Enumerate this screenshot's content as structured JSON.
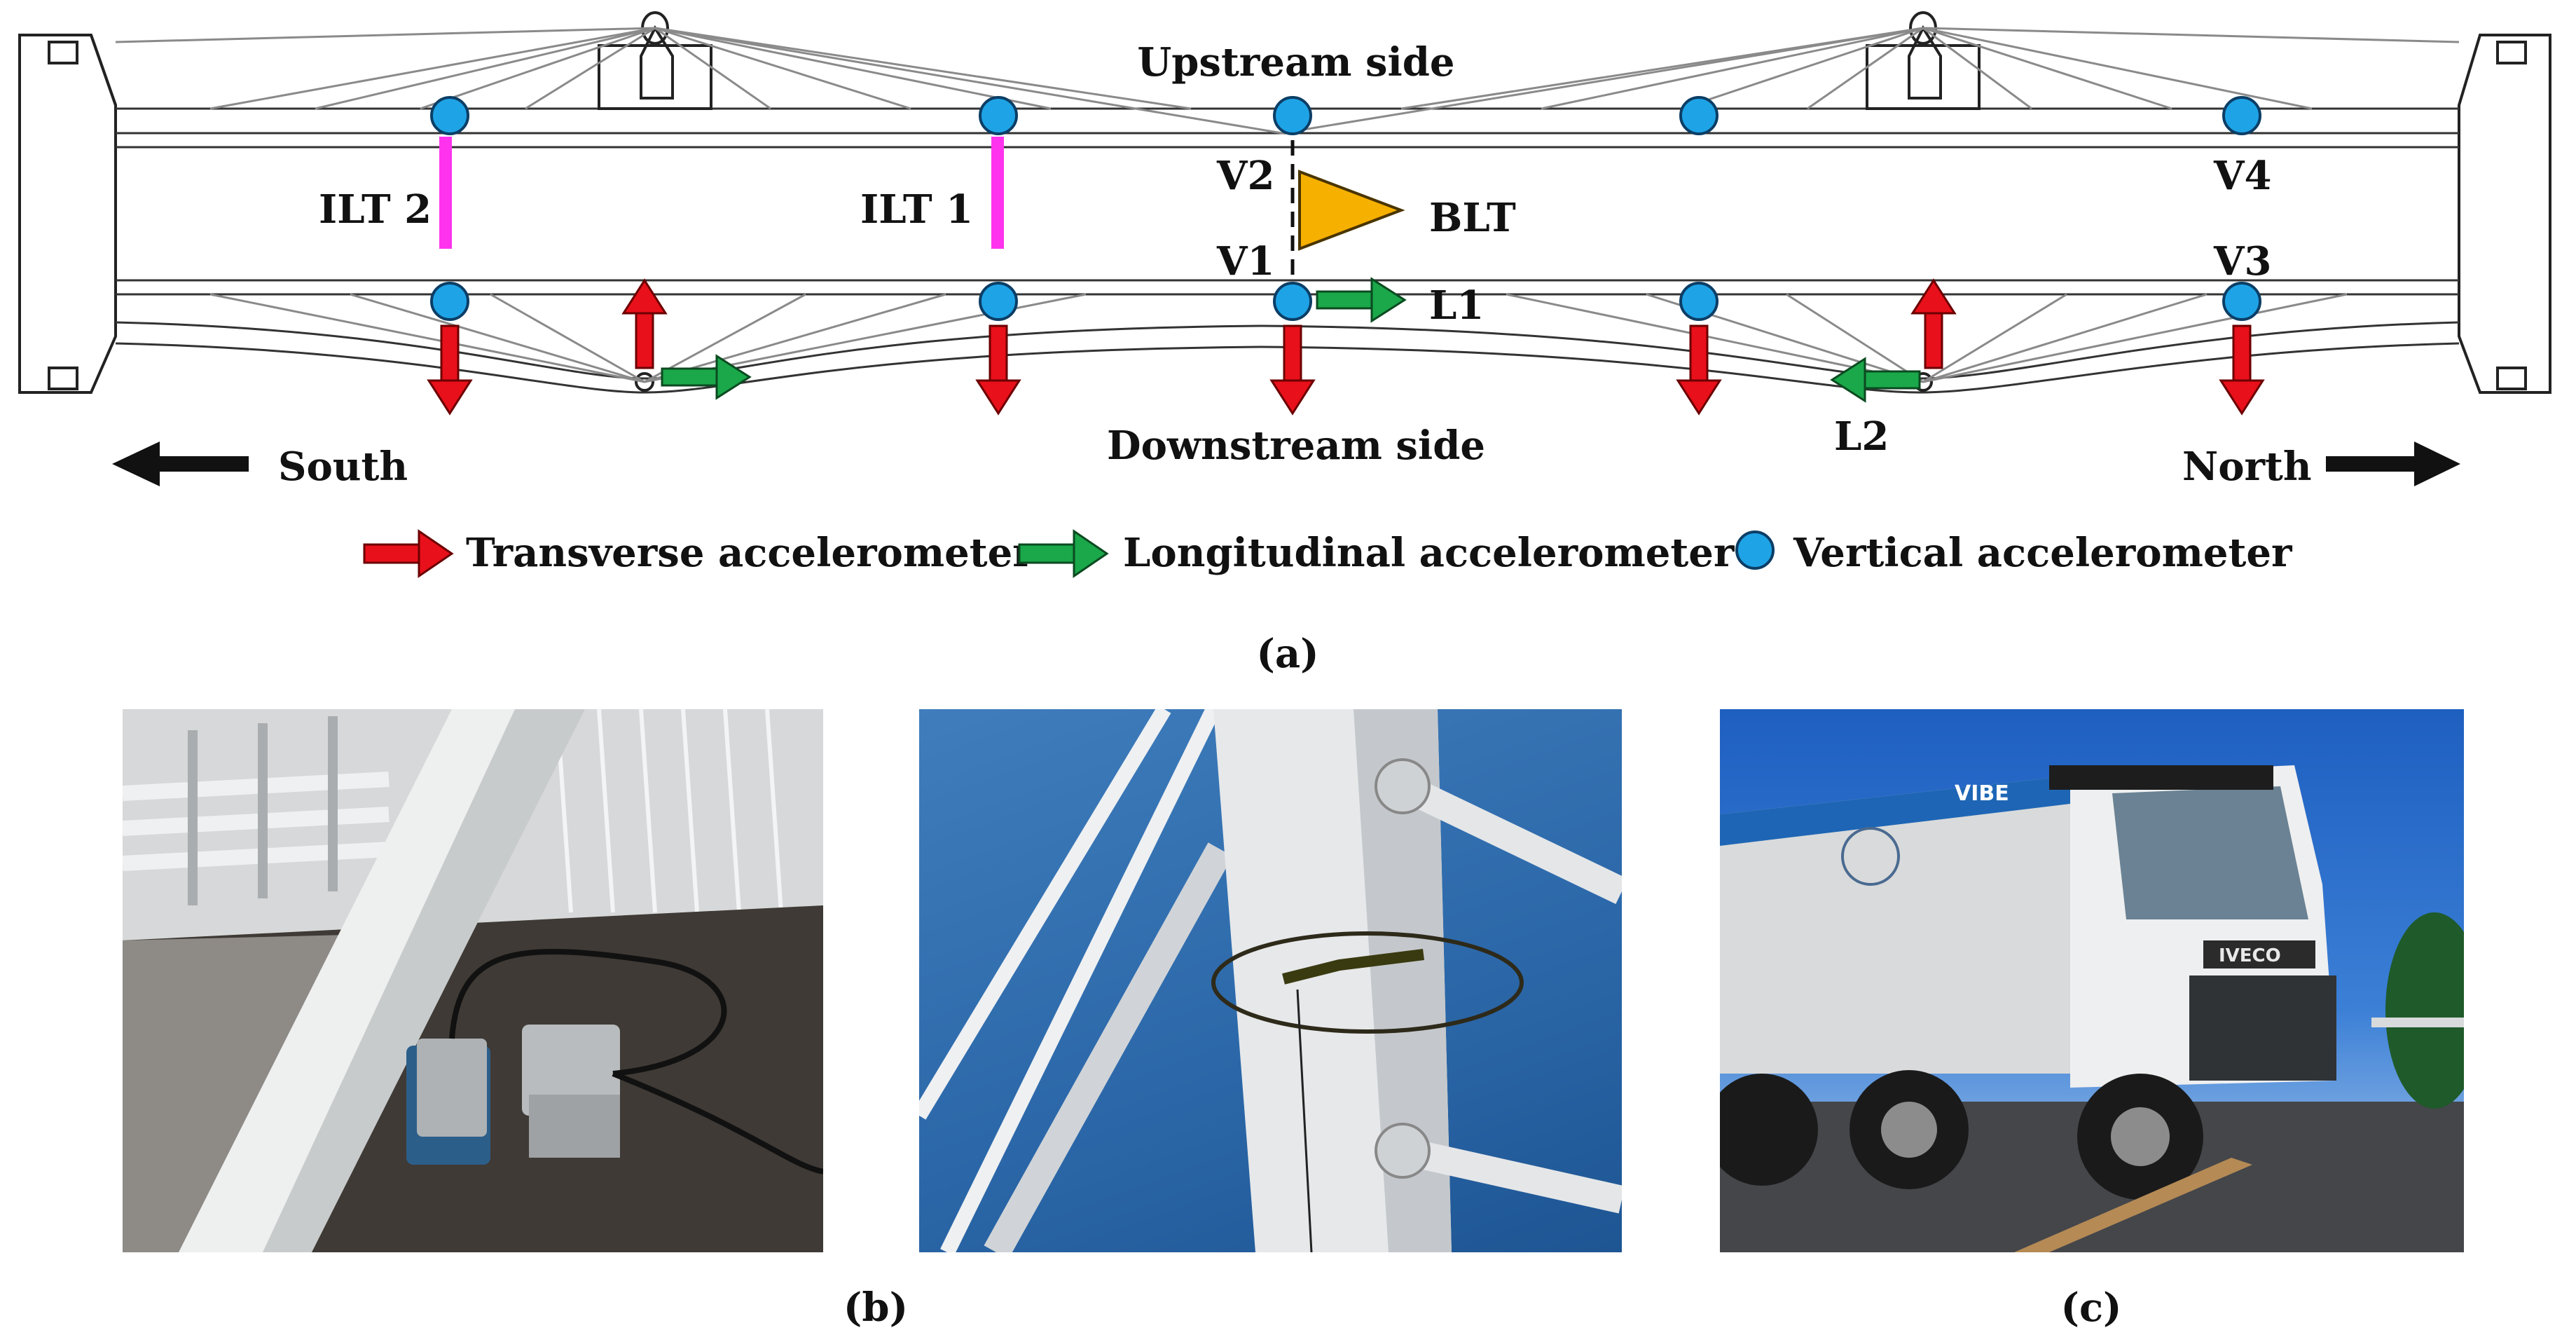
{
  "diagram": {
    "upstream_label": "Upstream side",
    "downstream_label": "Downstream side",
    "south_label": "South",
    "north_label": "North",
    "sensors": {
      "ilt2": "ILT 2",
      "ilt1": "ILT 1",
      "v1": "V1",
      "v2": "V2",
      "v3": "V3",
      "v4": "V4",
      "blt": "BLT",
      "l1": "L1",
      "l2": "L2"
    },
    "legend": {
      "transverse": "Transverse accelerometer",
      "longitudinal": "Longitudinal accelerometer",
      "vertical": "Vertical accelerometer"
    },
    "colors": {
      "transverse": "#e8101a",
      "longitudinal": "#1aa84a",
      "vertical": "#1ea4e6",
      "inclinometer": "#ff33ee",
      "biaxial": "#f6b000"
    }
  },
  "panels": {
    "a": "(a)",
    "b": "(b)",
    "c": "(c)"
  },
  "photos": {
    "c_truck_brand": "VIBE",
    "c_truck_make": "IVECO"
  }
}
